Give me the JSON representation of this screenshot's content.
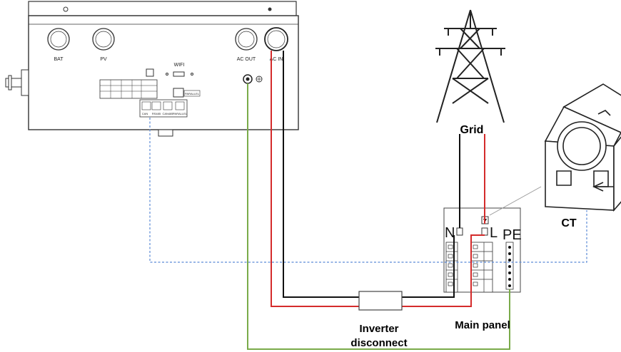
{
  "inverter": {
    "ports": {
      "bat": "BAT",
      "pv": "PV",
      "ac_out": "AC OUT",
      "ac_in": "AC IN",
      "wifi": "WIFI",
      "parallel": "PARALLEL",
      "comm_labels": [
        "CAN",
        "RS485",
        "CAN485",
        "PARALLEL"
      ]
    }
  },
  "labels": {
    "grid": "Grid",
    "ct": "CT",
    "main_panel": "Main panel",
    "inverter_disconnect_line1": "Inverter",
    "inverter_disconnect_line2": "disconnect"
  },
  "panel": {
    "neutral": "N",
    "line": "L",
    "earth": "PE"
  },
  "colors": {
    "line_wire": "#d42b2b",
    "neutral_wire": "#111111",
    "earth_wire": "#7aab4a",
    "ct_signal": "#5b8ad6"
  }
}
